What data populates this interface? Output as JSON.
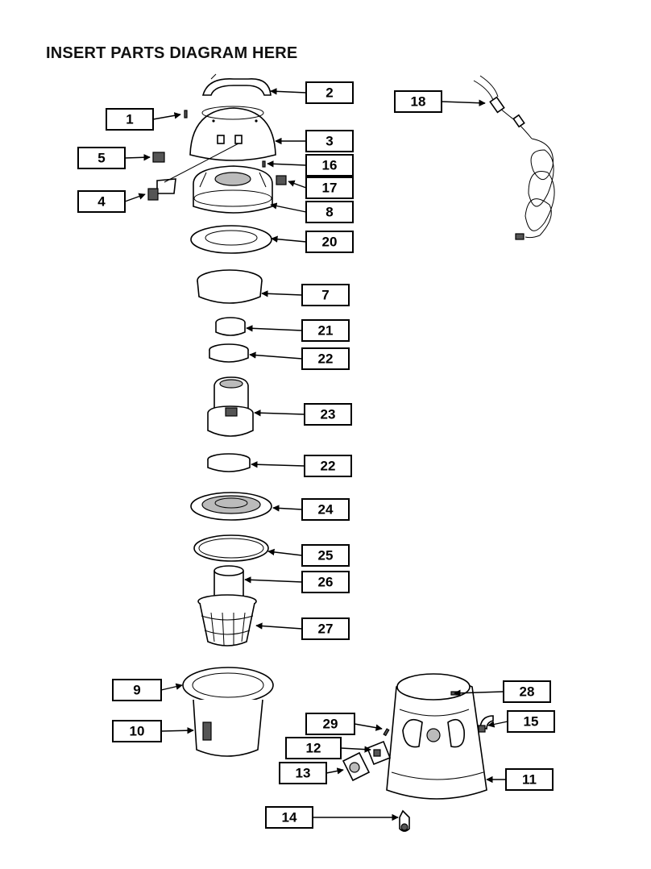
{
  "page": {
    "title": "INSERT PARTS DIAGRAM HERE"
  },
  "callouts": [
    {
      "id": "c1",
      "label": "1"
    },
    {
      "id": "c2",
      "label": "2"
    },
    {
      "id": "c3",
      "label": "3"
    },
    {
      "id": "c4",
      "label": "4"
    },
    {
      "id": "c5",
      "label": "5"
    },
    {
      "id": "c7",
      "label": "7"
    },
    {
      "id": "c8",
      "label": "8"
    },
    {
      "id": "c9",
      "label": "9"
    },
    {
      "id": "c10",
      "label": "10"
    },
    {
      "id": "c11",
      "label": "11"
    },
    {
      "id": "c12",
      "label": "12"
    },
    {
      "id": "c13",
      "label": "13"
    },
    {
      "id": "c14",
      "label": "14"
    },
    {
      "id": "c15",
      "label": "15"
    },
    {
      "id": "c16",
      "label": "16"
    },
    {
      "id": "c17",
      "label": "17"
    },
    {
      "id": "c18",
      "label": "18"
    },
    {
      "id": "c20",
      "label": "20"
    },
    {
      "id": "c21",
      "label": "21"
    },
    {
      "id": "c22a",
      "label": "22"
    },
    {
      "id": "c23",
      "label": "23"
    },
    {
      "id": "c22b",
      "label": "22"
    },
    {
      "id": "c24",
      "label": "24"
    },
    {
      "id": "c25",
      "label": "25"
    },
    {
      "id": "c26",
      "label": "26"
    },
    {
      "id": "c27",
      "label": "27"
    },
    {
      "id": "c28",
      "label": "28"
    },
    {
      "id": "c29",
      "label": "29"
    }
  ]
}
